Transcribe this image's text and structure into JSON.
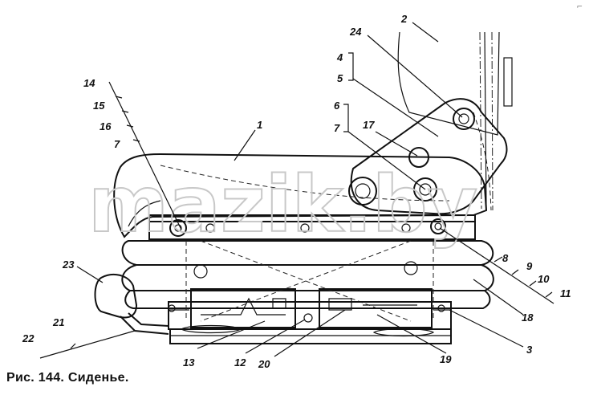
{
  "caption": "Рис. 144. Сиденье.",
  "watermark": "mazik.by",
  "corner_mark": "⌐",
  "labels": {
    "l1": "1",
    "l2": "2",
    "l3": "3",
    "l4": "4",
    "l5": "5",
    "l6": "6",
    "l7a": "7",
    "l7b": "7",
    "l8": "8",
    "l9": "9",
    "l10": "10",
    "l11": "11",
    "l12": "12",
    "l13": "13",
    "l14": "14",
    "l15": "15",
    "l16": "16",
    "l17": "17",
    "l18": "18",
    "l19": "19",
    "l20": "20",
    "l21": "21",
    "l22": "22",
    "l23": "23",
    "l24": "24"
  }
}
